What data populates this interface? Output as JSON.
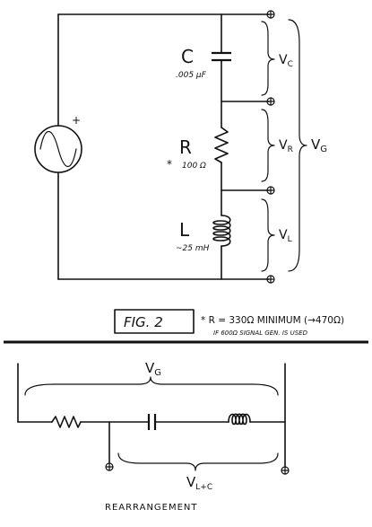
{
  "top": {
    "capacitor": {
      "symbol": "C",
      "value": ".005 μF"
    },
    "resistor": {
      "symbol": "R",
      "asterisk": "*",
      "value": "100 Ω"
    },
    "inductor": {
      "symbol": "L",
      "value": "~25 mH"
    },
    "source": {
      "polarity": "+"
    },
    "v_c": {
      "main": "V",
      "sub": "C"
    },
    "v_r": {
      "main": "V",
      "sub": "R"
    },
    "v_l": {
      "main": "V",
      "sub": "L"
    },
    "v_g": {
      "main": "V",
      "sub": "G"
    }
  },
  "caption": {
    "figure_label": "FIG. 2",
    "note_line1": "* R = 330Ω MINIMUM (→470Ω)",
    "note_line2": "IF 600Ω SIGNAL GEN. IS USED"
  },
  "bottom": {
    "v_g": {
      "main": "V",
      "sub": "G"
    },
    "v_lc": {
      "main": "V",
      "sub": "L+C"
    },
    "label": "REARRANGEMENT"
  },
  "icons": [
    "terminal-icon",
    "sine-source-icon",
    "capacitor-icon",
    "resistor-icon",
    "inductor-icon",
    "brace-icon"
  ]
}
